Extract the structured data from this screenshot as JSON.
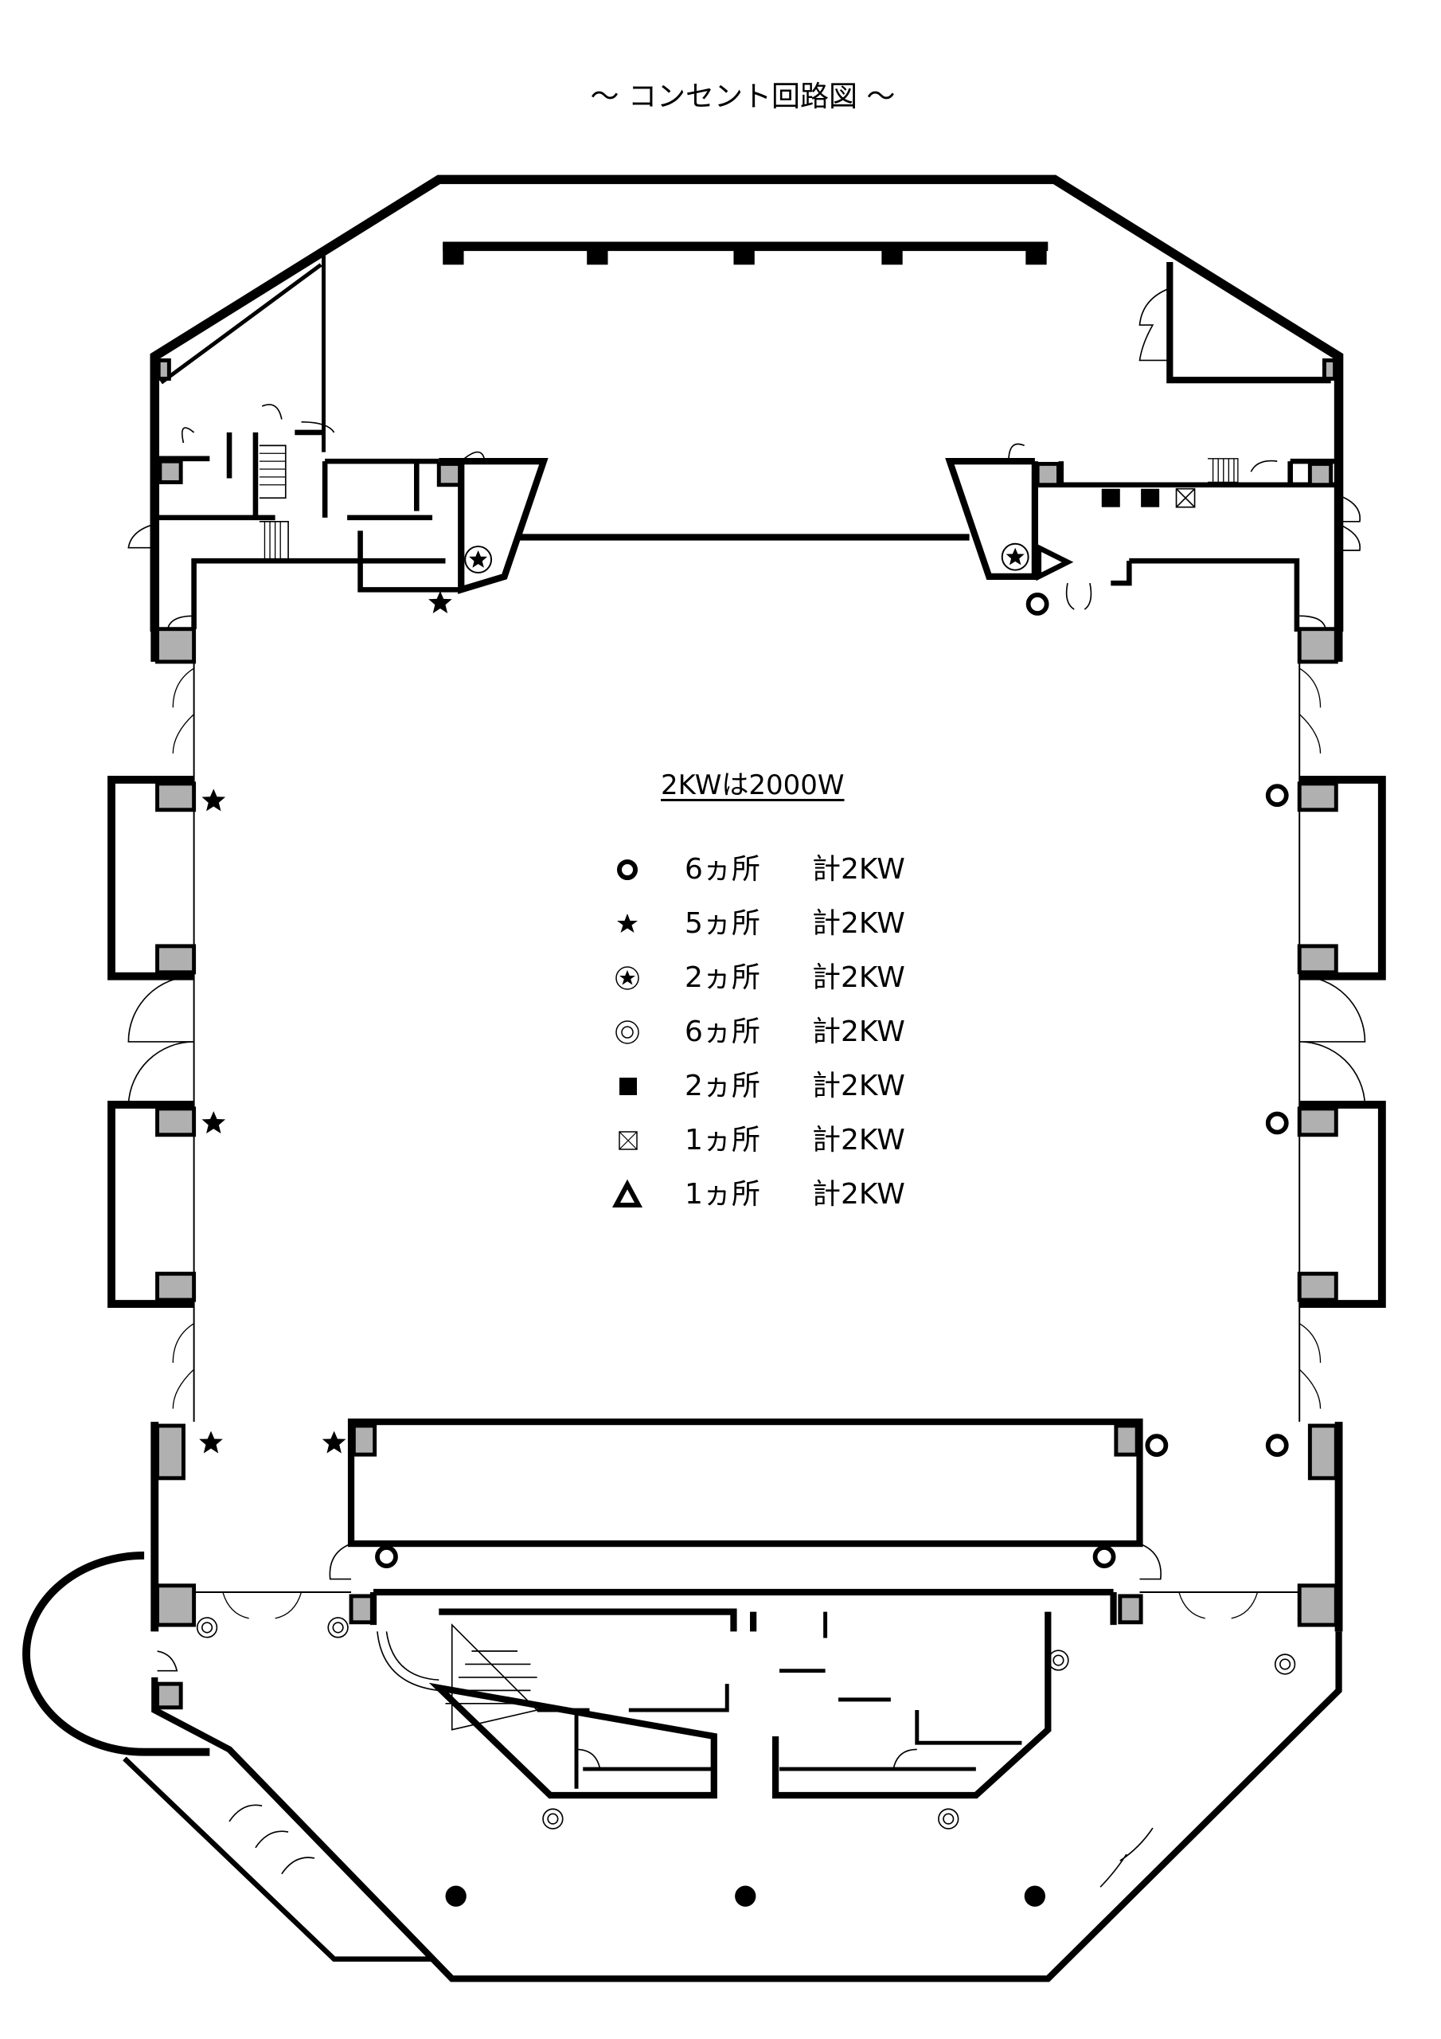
{
  "title": "～ コンセント回路図 ～",
  "legend": {
    "heading": "2KWは2000W",
    "rows": [
      {
        "symbol": "bold-ring",
        "count": "6ヵ所",
        "total": "計2KW"
      },
      {
        "symbol": "star",
        "count": "5ヵ所",
        "total": "計2KW"
      },
      {
        "symbol": "circled-star",
        "count": "2ヵ所",
        "total": "計2KW"
      },
      {
        "symbol": "double-circle",
        "count": "6ヵ所",
        "total": "計2KW"
      },
      {
        "symbol": "filled-square",
        "count": "2ヵ所",
        "total": "計2KW"
      },
      {
        "symbol": "boxed-x",
        "count": "1ヵ所",
        "total": "計2KW"
      },
      {
        "symbol": "triangle",
        "count": "1ヵ所",
        "total": "計2KW"
      }
    ]
  },
  "colors": {
    "ink": "#000000",
    "hatch": "#b0b0b0",
    "background": "#ffffff"
  }
}
